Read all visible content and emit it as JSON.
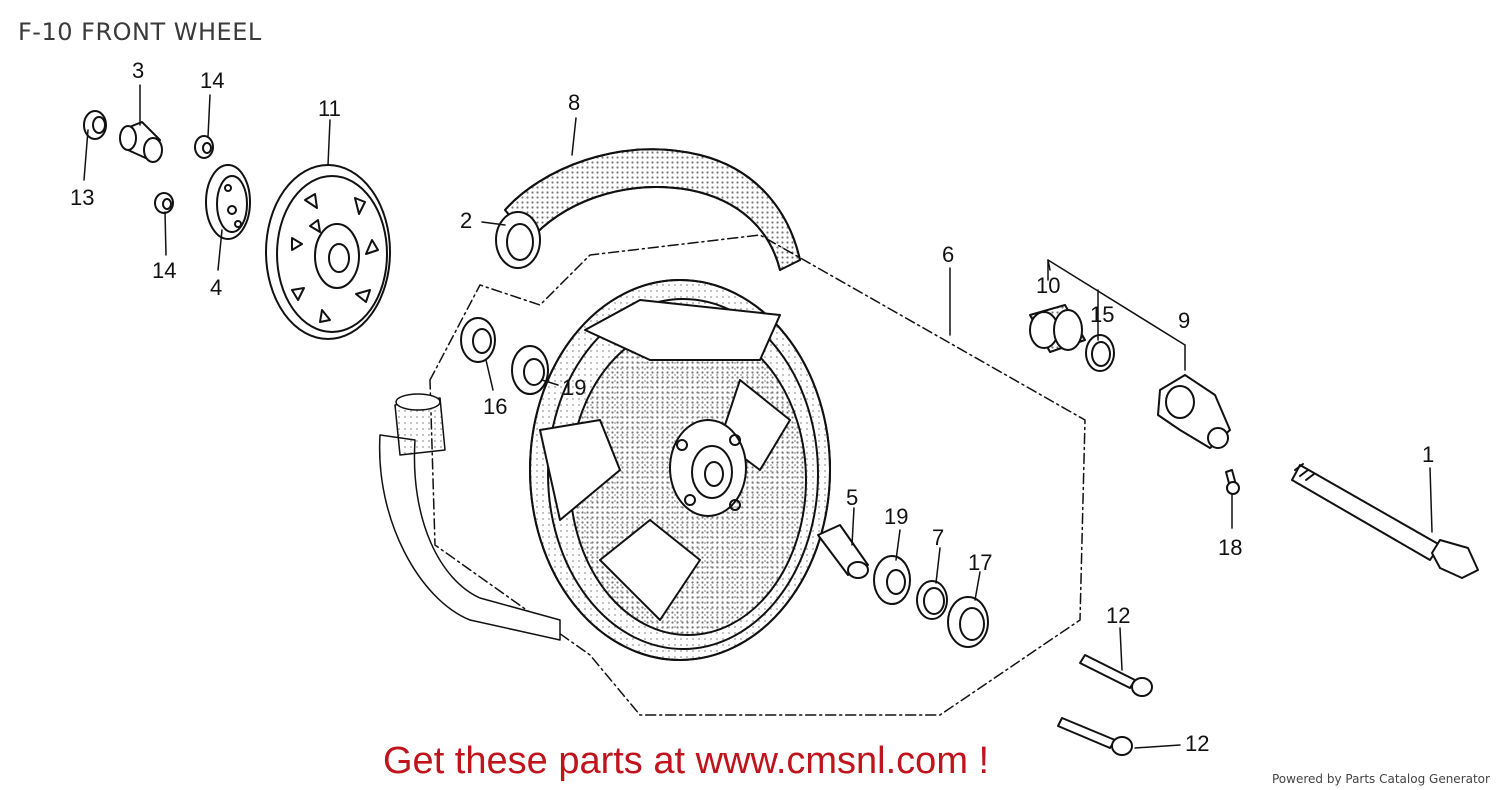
{
  "header": {
    "title": "F-10 FRONT WHEEL"
  },
  "callouts": [
    {
      "id": "c3",
      "text": "3"
    },
    {
      "id": "c14a",
      "text": "14"
    },
    {
      "id": "c11",
      "text": "11"
    },
    {
      "id": "c13",
      "text": "13"
    },
    {
      "id": "c14b",
      "text": "14"
    },
    {
      "id": "c4",
      "text": "4"
    },
    {
      "id": "c8",
      "text": "8"
    },
    {
      "id": "c2",
      "text": "2"
    },
    {
      "id": "c6",
      "text": "6"
    },
    {
      "id": "c10",
      "text": "10"
    },
    {
      "id": "c15",
      "text": "15"
    },
    {
      "id": "c9",
      "text": "9"
    },
    {
      "id": "c16",
      "text": "16"
    },
    {
      "id": "c19a",
      "text": "19"
    },
    {
      "id": "c1",
      "text": "1"
    },
    {
      "id": "c18",
      "text": "18"
    },
    {
      "id": "c5",
      "text": "5"
    },
    {
      "id": "c19b",
      "text": "19"
    },
    {
      "id": "c7",
      "text": "7"
    },
    {
      "id": "c17",
      "text": "17"
    },
    {
      "id": "c12a",
      "text": "12"
    },
    {
      "id": "c12b",
      "text": "12"
    }
  ],
  "footer": {
    "cta": "Get these parts at www.cmsnl.com !",
    "powered": "Powered by Parts Catalog Generator"
  },
  "colors": {
    "cta": "#c0141c",
    "line": "#111111"
  }
}
